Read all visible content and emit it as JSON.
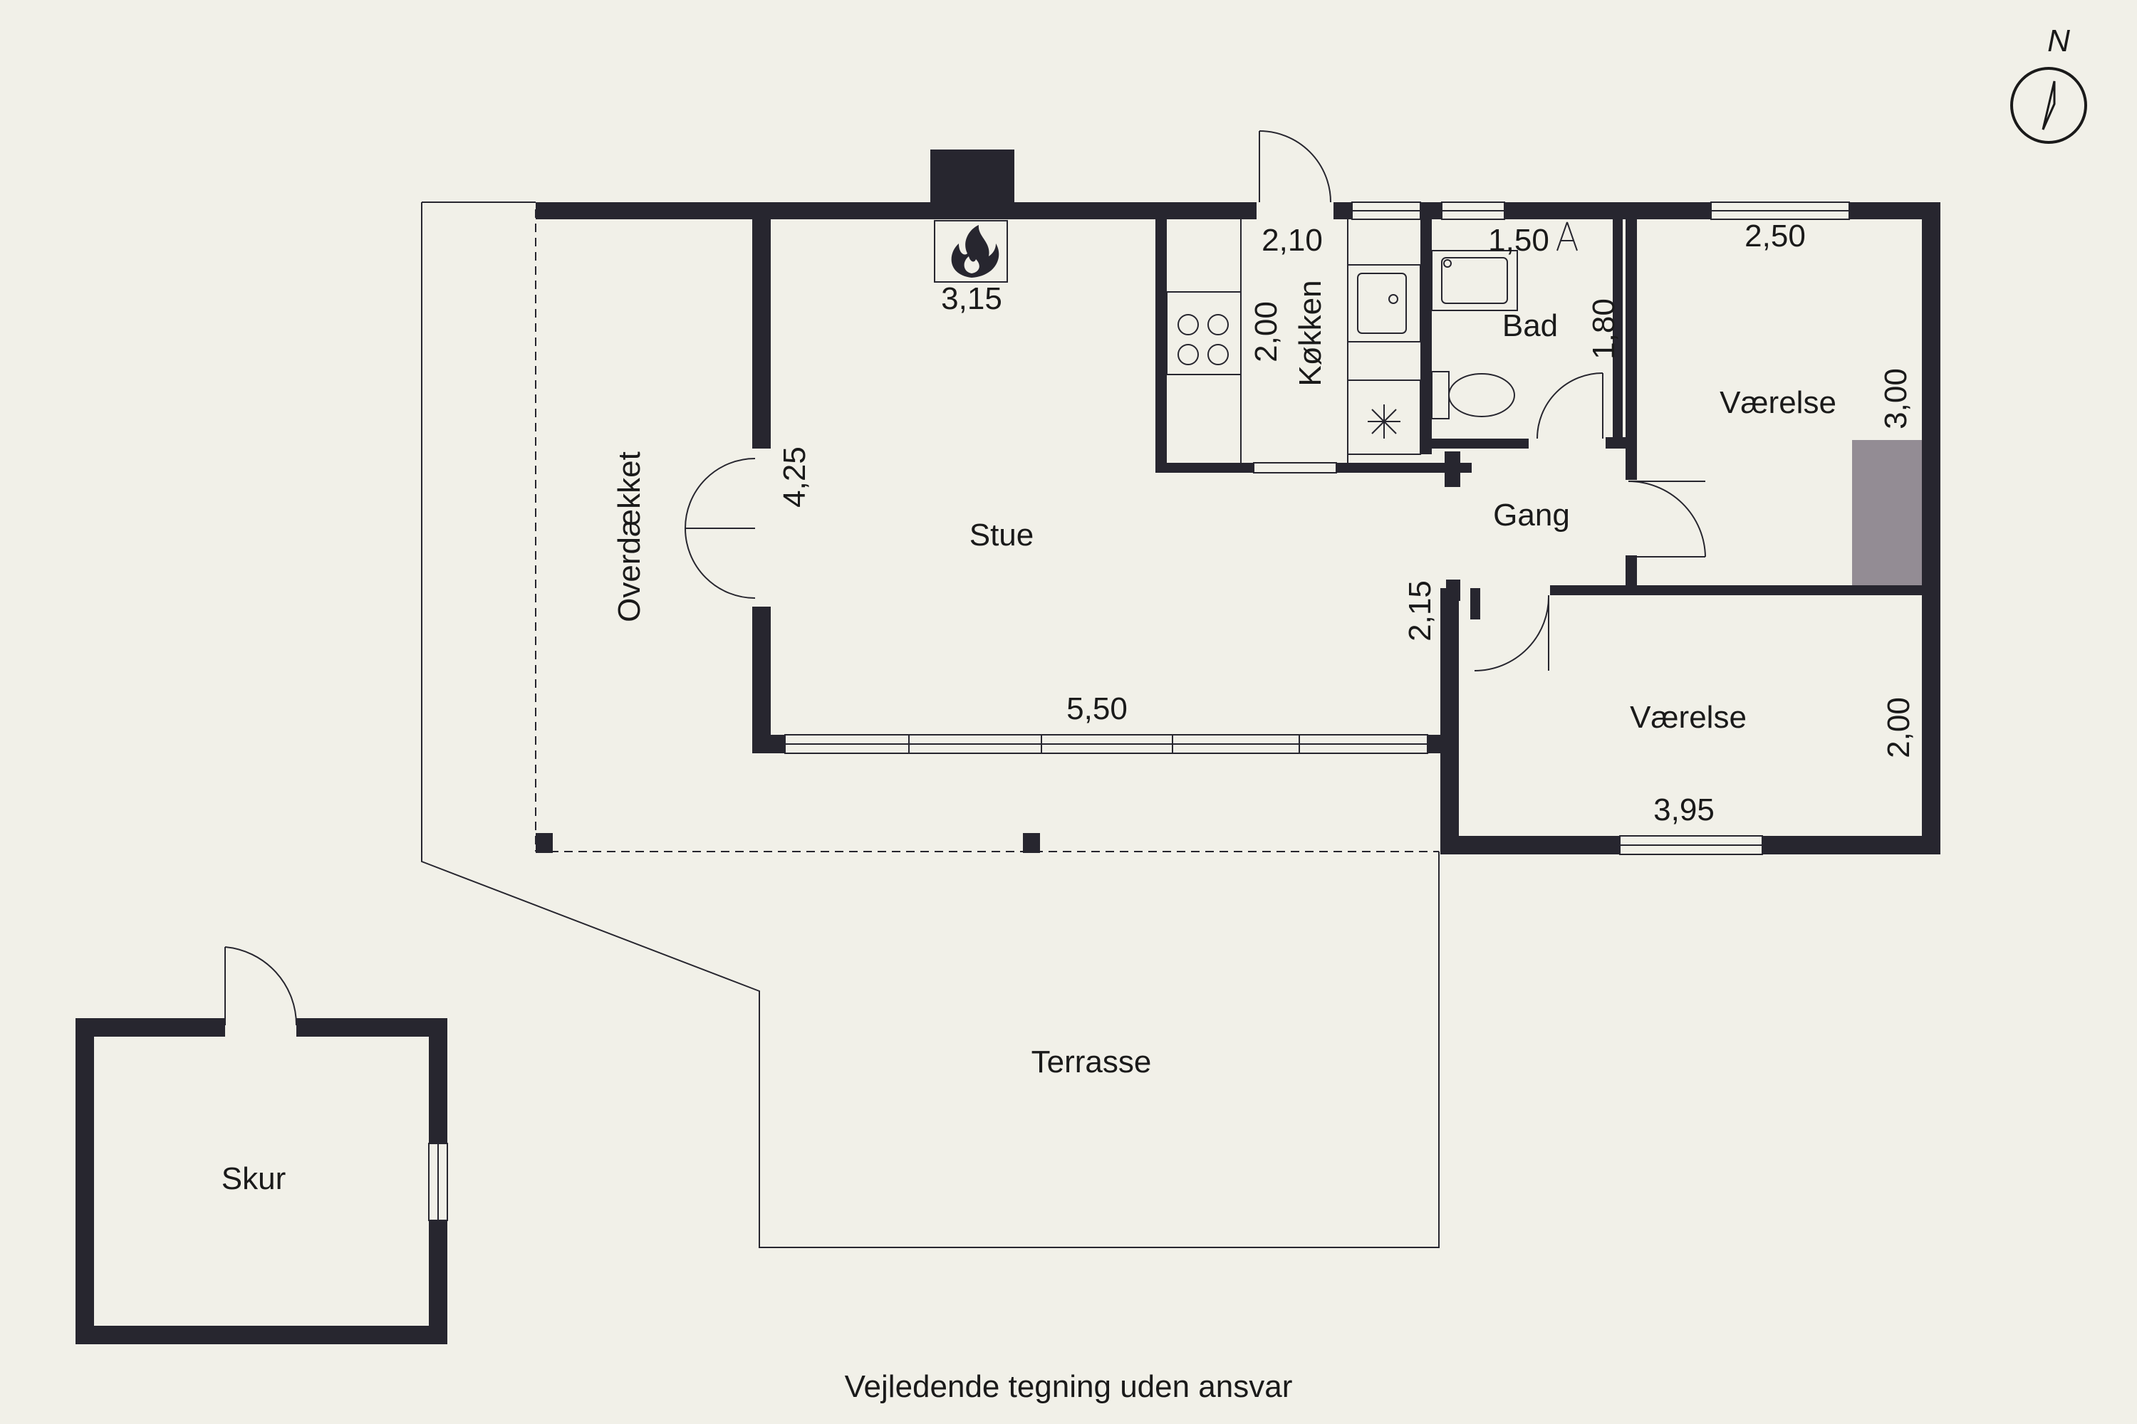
{
  "compass": {
    "label": "N",
    "icon": "compass-icon"
  },
  "rooms": {
    "stue": "Stue",
    "overdaekket": "Overdækket",
    "koekken": "Køkken",
    "bad": "Bad",
    "gang": "Gang",
    "vaerelse_1": "Værelse",
    "vaerelse_2": "Værelse",
    "terrasse": "Terrasse",
    "skur": "Skur"
  },
  "dimensions": {
    "stue_width_top": "3,15",
    "stue_depth": "4,25",
    "stue_width_bottom": "5,50",
    "koekken_width": "2,10",
    "koekken_depth": "2,00",
    "bad_width": "1,50",
    "bad_depth": "1,80",
    "vaerelse_1_width": "2,50",
    "vaerelse_1_depth": "3,00",
    "vaerelse_2_width": "3,95",
    "vaerelse_2_depth": "2,00",
    "gang_depth": "2,15"
  },
  "caption": "Vejledende tegning uden ansvar"
}
